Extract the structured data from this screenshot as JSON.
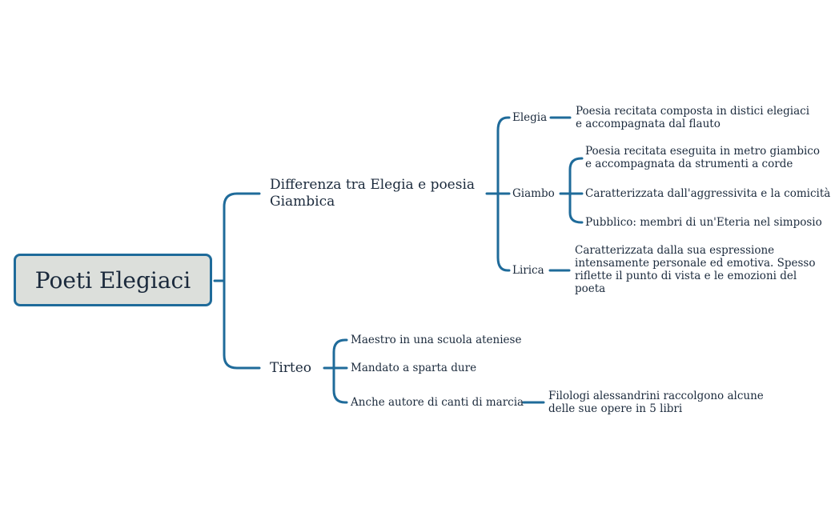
{
  "root": {
    "label": "Poeti Elegiaci"
  },
  "branches": [
    {
      "label": "Differenza tra Elegia e poesia Giambica",
      "children": [
        {
          "label": "Elegia",
          "children": [
            "Poesia recitata composta in distici elegiaci e accompagnata dal flauto"
          ]
        },
        {
          "label": "Giambo",
          "children": [
            "Poesia recitata eseguita in metro giambico e accompagnata da strumenti a corde",
            "Caratterizzata dall'aggressivita e la comicità",
            "Pubblico: membri di un'Eteria nel simposio"
          ]
        },
        {
          "label": "Lirica",
          "children": [
            "Caratterizzata dalla sua espressione intensamente personale ed emotiva. Spesso riflette il punto di vista e le emozioni del poeta"
          ]
        }
      ]
    },
    {
      "label": "Tirteo",
      "children": [
        {
          "label": "Maestro in una scuola ateniese",
          "children": []
        },
        {
          "label": "Mandato a sparta dure",
          "children": []
        },
        {
          "label": "Anche autore di canti di marcia",
          "children": [
            "Filologi alessandrini raccolgono alcune delle sue opere in 5 libri"
          ]
        }
      ]
    }
  ],
  "colors": {
    "connector": "#1f6b9a",
    "root_fill": "#dcdfdb",
    "text": "#1b2a3c"
  }
}
